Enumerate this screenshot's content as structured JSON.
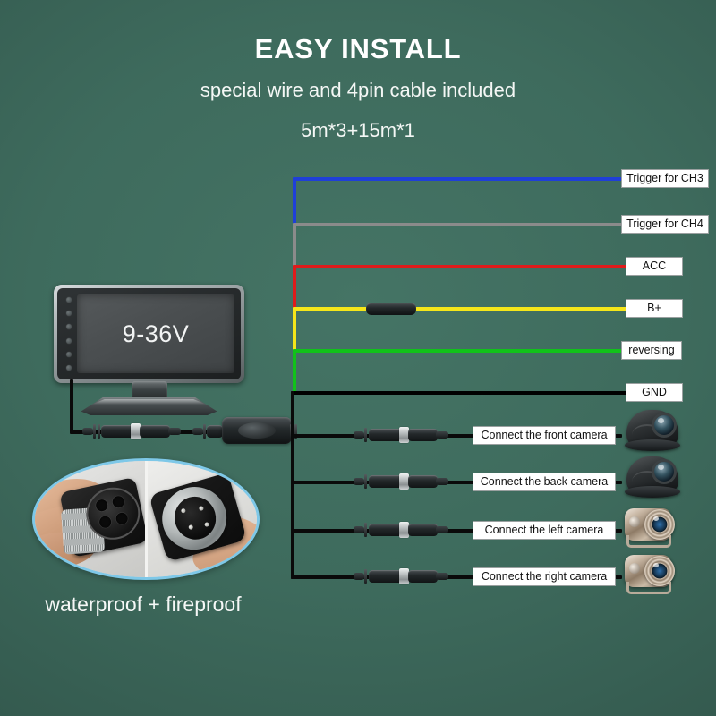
{
  "headings": {
    "title": "EASY INSTALL",
    "subtitle1": "special wire and 4pin cable included",
    "subtitle2": "5m*3+15m*1"
  },
  "monitor": {
    "voltage_label": "9-36V",
    "button_count": 6
  },
  "wires": [
    {
      "id": "trigger-ch3",
      "label": "Trigger for CH3",
      "color": "#1f3fd8"
    },
    {
      "id": "trigger-ch4",
      "label": "Trigger for CH4",
      "color": "#8b8b8b"
    },
    {
      "id": "acc",
      "label": "ACC",
      "color": "#e01b1b"
    },
    {
      "id": "bplus",
      "label": "B+",
      "color": "#f5e61a"
    },
    {
      "id": "reversing",
      "label": "reversing",
      "color": "#11c21a"
    },
    {
      "id": "gnd",
      "label": "GND",
      "color": "#000000"
    }
  ],
  "camera_branches": [
    {
      "id": "front",
      "label": "Connect the front camera",
      "camera_type": "dome"
    },
    {
      "id": "back",
      "label": "Connect the back camera",
      "camera_type": "dome"
    },
    {
      "id": "left",
      "label": "Connect the left camera",
      "camera_type": "chrome"
    },
    {
      "id": "right",
      "label": "Connect the right camera",
      "camera_type": "chrome"
    }
  ],
  "feature_photo": {
    "caption": "waterproof + fireproof",
    "left_photo_alt": "4pin female connector socket",
    "right_photo_alt": "4pin male connector plug",
    "border_color": "#7ec8e8"
  },
  "colors": {
    "background_center": "#457465",
    "background_edge": "#32564b",
    "label_box_bg": "#ffffff",
    "label_box_border": "#9aa0a0",
    "text_light": "#f4f7f5"
  }
}
